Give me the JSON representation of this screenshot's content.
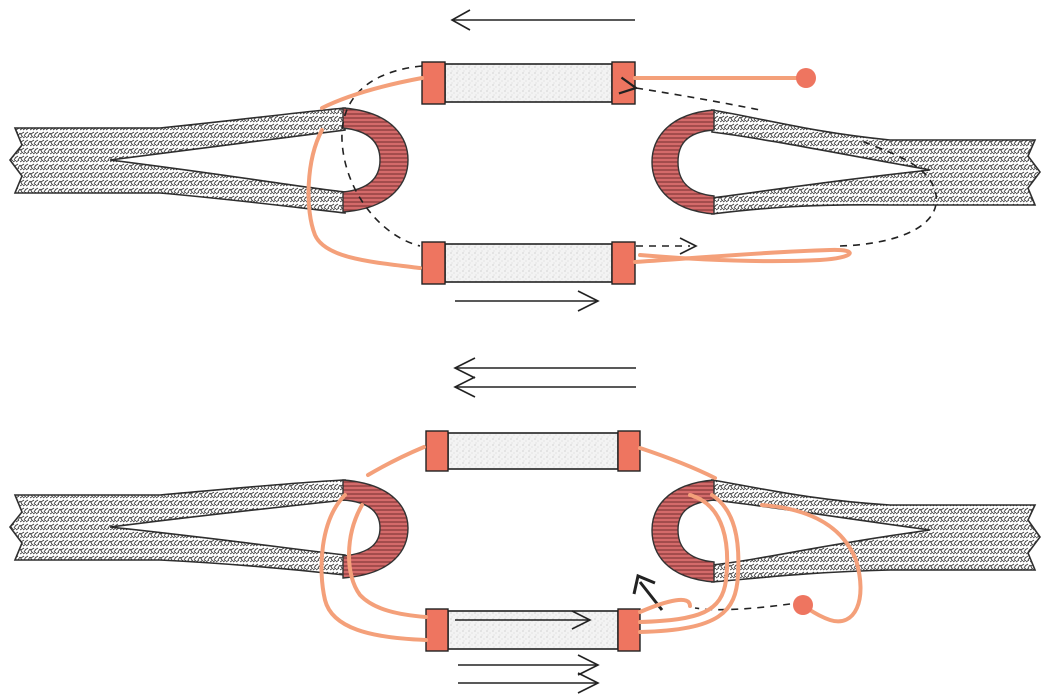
{
  "panels": [
    {
      "id": "top",
      "force_arrows": [
        {
          "direction": "left",
          "count": 1
        },
        {
          "direction": "right",
          "count": 1
        }
      ]
    },
    {
      "id": "bottom",
      "force_arrows": [
        {
          "direction": "left",
          "count": 2
        },
        {
          "direction": "right",
          "count": 2
        }
      ]
    }
  ],
  "colors": {
    "lashing": "#f4a07a",
    "cap": "#ee7560",
    "thimble": "#d46a6a",
    "rope_pattern": "#3a3a3a",
    "background": "#ffffff"
  }
}
